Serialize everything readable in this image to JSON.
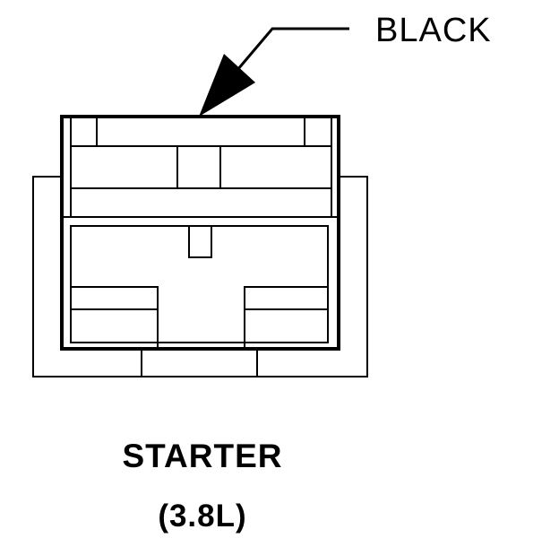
{
  "callout": {
    "label": "BLACK"
  },
  "component": {
    "name": "STARTER",
    "spec": "(3.8L)"
  },
  "colors": {
    "ink": "#000000",
    "paper": "#ffffff"
  }
}
